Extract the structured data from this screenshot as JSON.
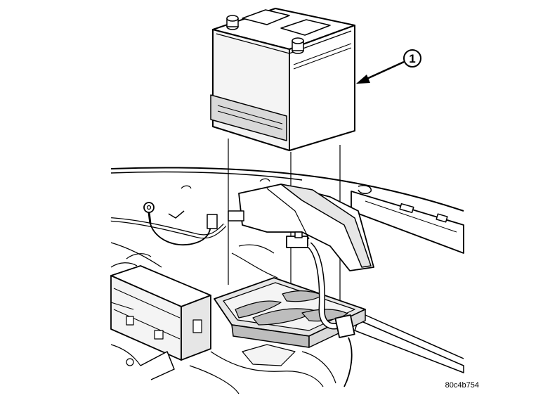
{
  "diagram": {
    "callouts": [
      {
        "label": "1",
        "refers_to": "battery"
      }
    ],
    "figure_code": "80c4b754"
  },
  "colors": {
    "line": "#000000",
    "background": "#ffffff",
    "shade_light": "#e6e6e6",
    "shade_mid": "#bdbdbd",
    "shade_dark": "#8c8c8c"
  }
}
